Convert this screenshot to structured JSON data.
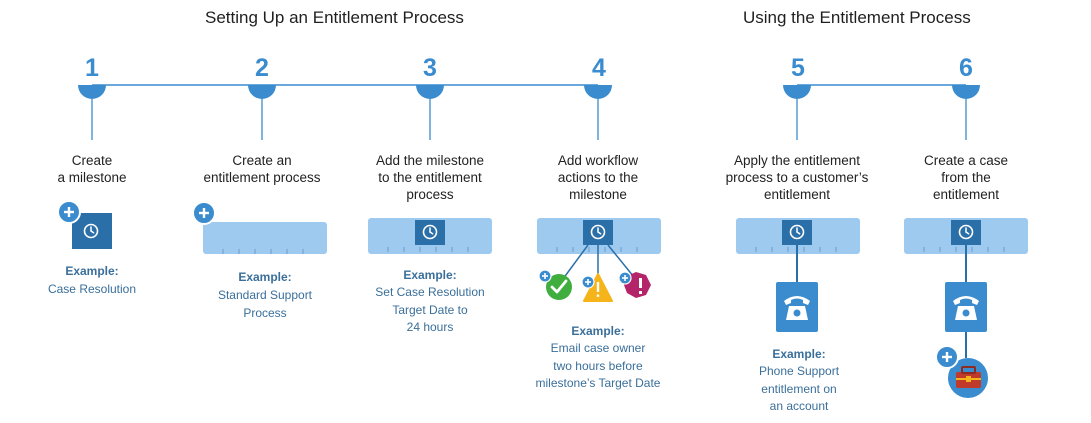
{
  "colors": {
    "accent": "#3a8ccf",
    "bar": "#9fcaf0",
    "dark_blue": "#2b6fa8",
    "green": "#3fae3f",
    "yellow": "#f4b41a",
    "magenta": "#b3246a"
  },
  "sections": [
    {
      "title": "Setting Up an Entitlement Process"
    },
    {
      "title": "Using the Entitlement Process"
    }
  ],
  "steps": [
    {
      "number": "1",
      "title": "Create\na milestone",
      "example_label": "Example:",
      "example_text": "Case Resolution"
    },
    {
      "number": "2",
      "title": "Create an\nentitlement process",
      "example_label": "Example:",
      "example_text": "Standard Support\nProcess"
    },
    {
      "number": "3",
      "title": "Add the milestone\nto the entitlement\nprocess",
      "example_label": "Example:",
      "example_text": "Set Case Resolution\nTarget Date to\n24 hours"
    },
    {
      "number": "4",
      "title": "Add workflow\nactions to the\nmilestone",
      "example_label": "Example:",
      "example_text": "Email case owner\ntwo hours before\nmilestone’s Target Date"
    },
    {
      "number": "5",
      "title": "Apply the entitlement\nprocess to a customer’s\nentitlement",
      "example_label": "Example:",
      "example_text": "Phone Support\nentitlement on\nan account"
    },
    {
      "number": "6",
      "title": "Create a case\nfrom the\nentitlement",
      "example_label": "",
      "example_text": ""
    }
  ],
  "icons": [
    "clock-icon",
    "plus-icon",
    "checkmark-icon",
    "warning-icon",
    "alert-icon",
    "phone-icon",
    "toolbox-icon"
  ]
}
